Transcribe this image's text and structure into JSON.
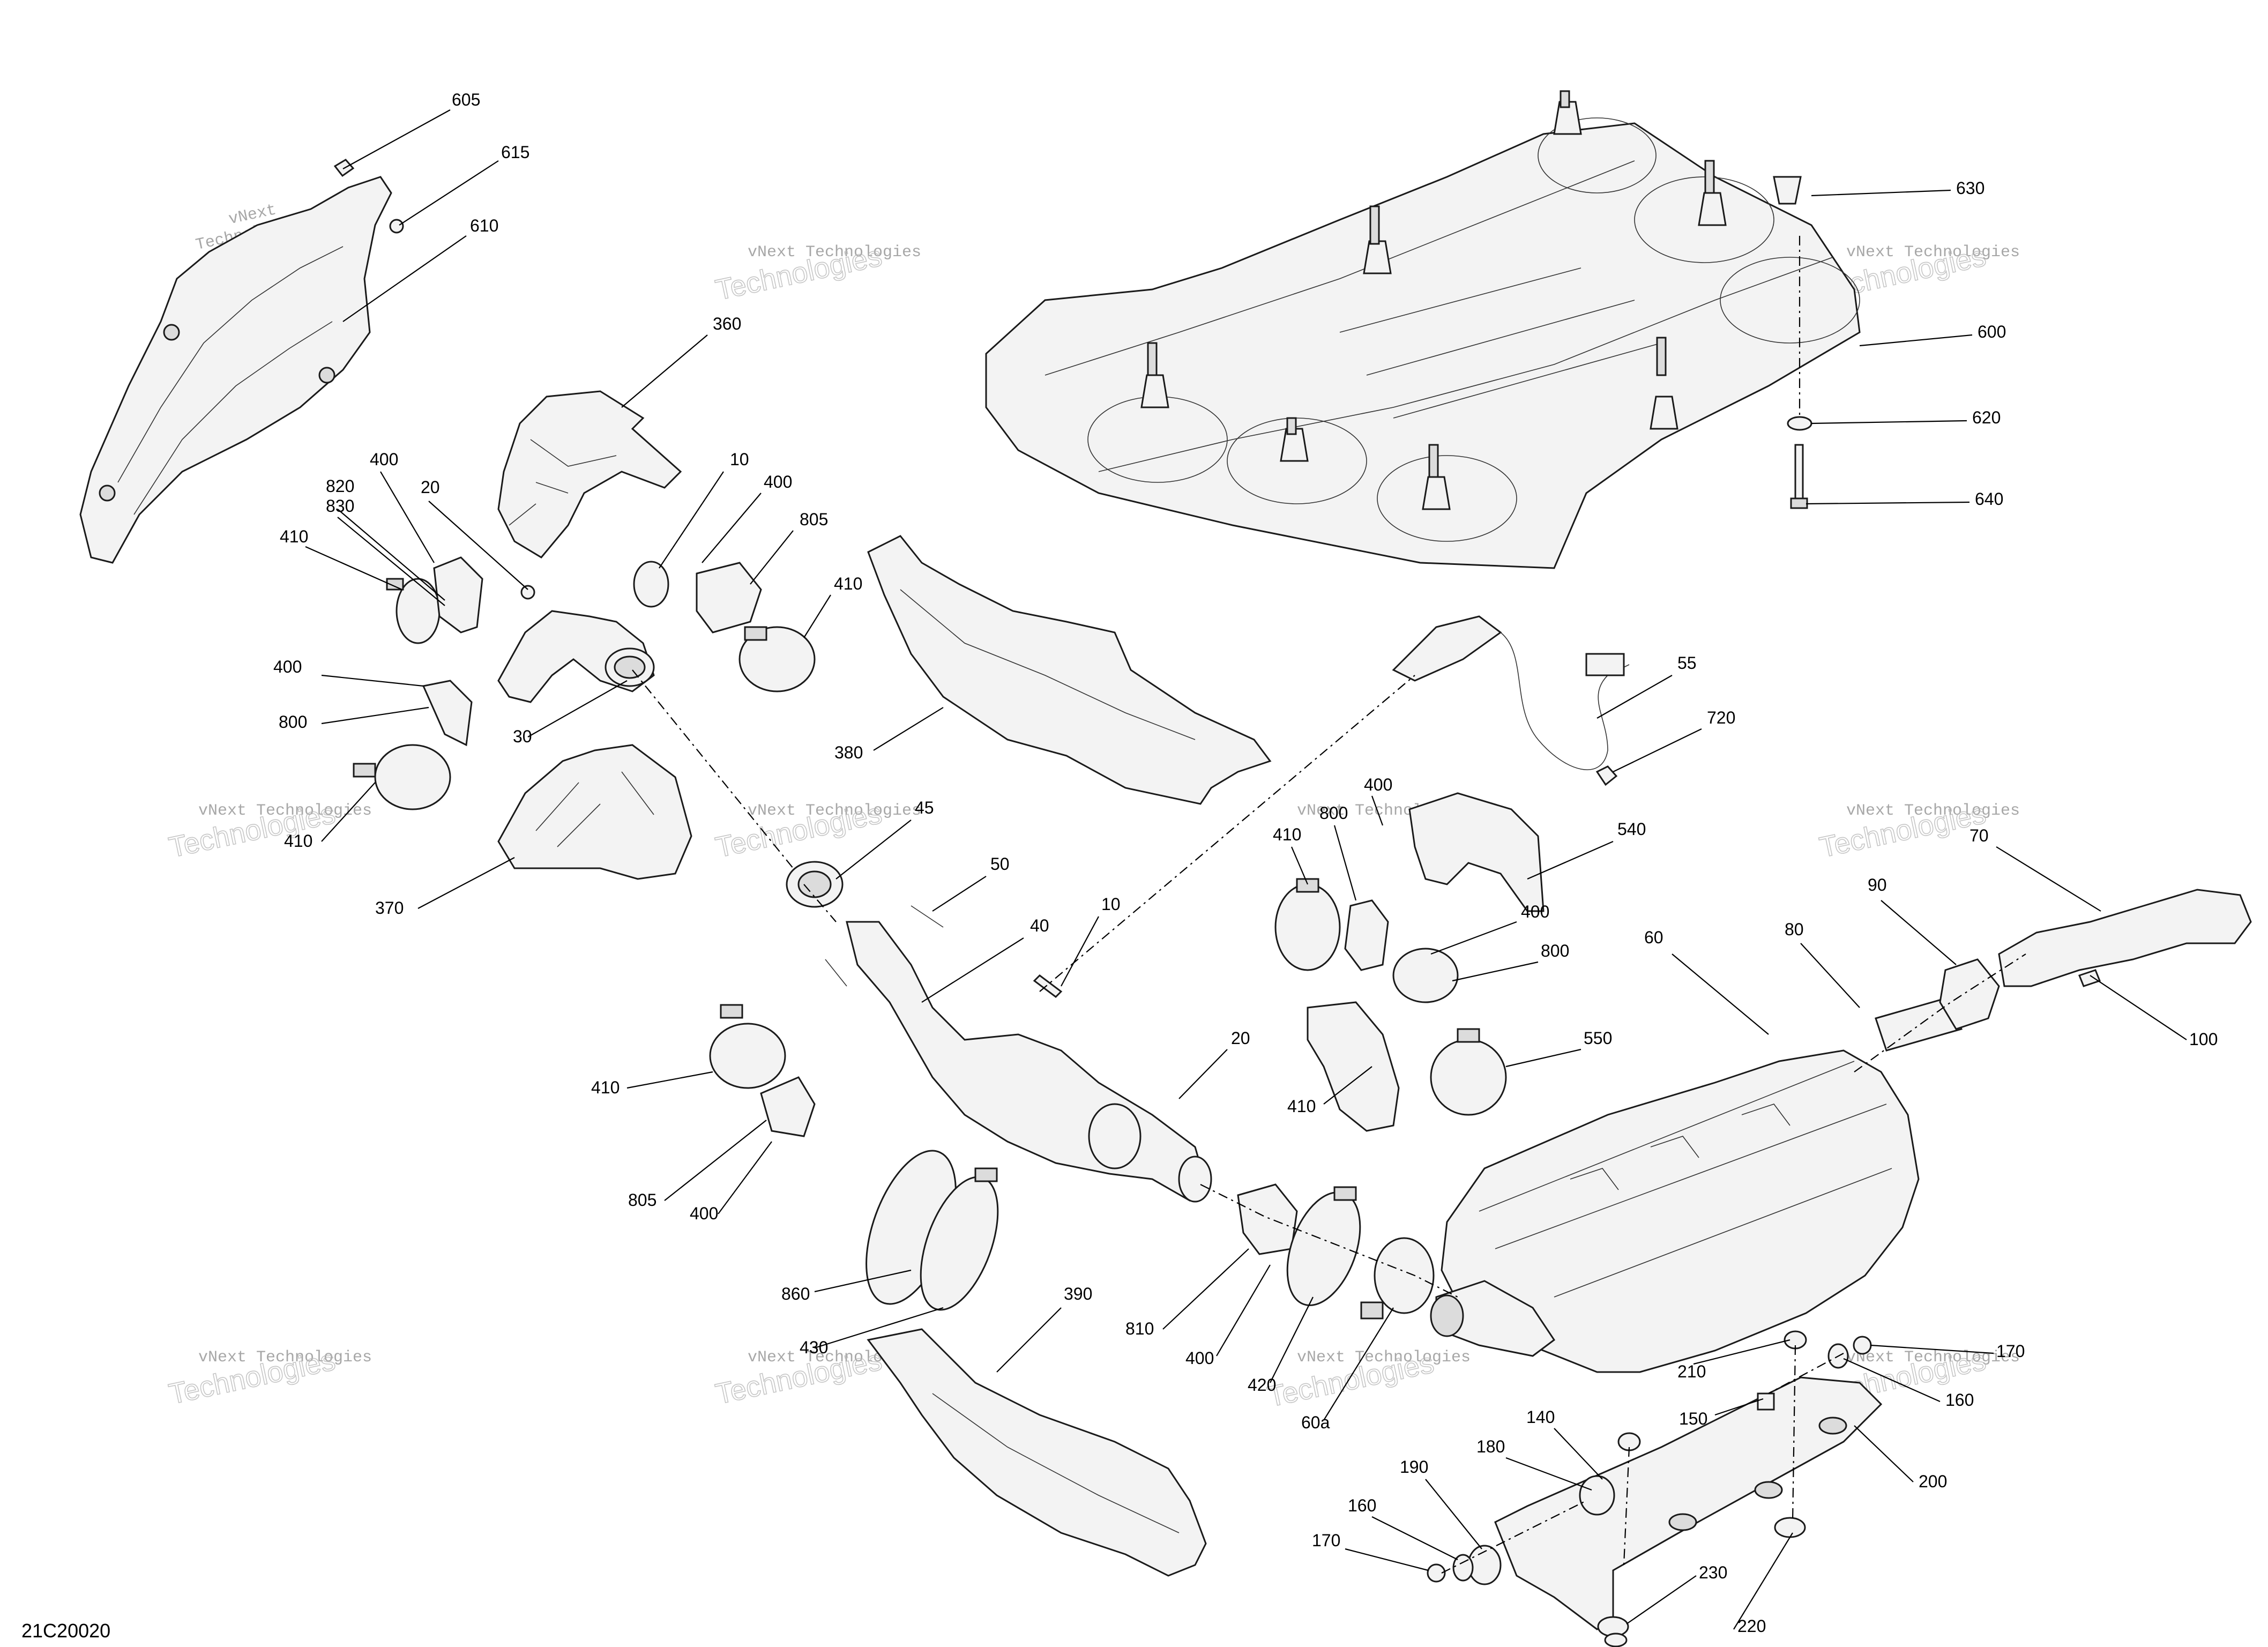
{
  "diagram": {
    "code": "21C20020",
    "watermark_line1": "vNext",
    "watermark_line2": "Technologies",
    "watermark_full": "vNext Technologies",
    "watermark_small": "Technologies"
  },
  "callouts": [
    "605",
    "615",
    "610",
    "360",
    "400",
    "820",
    "830",
    "20",
    "410",
    "10",
    "400",
    "805",
    "410",
    "400",
    "800",
    "30",
    "410",
    "370",
    "380",
    "45",
    "50",
    "40",
    "10",
    "20",
    "410",
    "805",
    "400",
    "860",
    "430",
    "390",
    "810",
    "400",
    "420",
    "60a",
    "55",
    "720",
    "400",
    "800",
    "410",
    "540",
    "400",
    "800",
    "550",
    "410",
    "60",
    "80",
    "90",
    "70",
    "100",
    "630",
    "600",
    "620",
    "640",
    "210",
    "170",
    "160",
    "150",
    "140",
    "180",
    "190",
    "160",
    "170",
    "200",
    "230",
    "220"
  ]
}
